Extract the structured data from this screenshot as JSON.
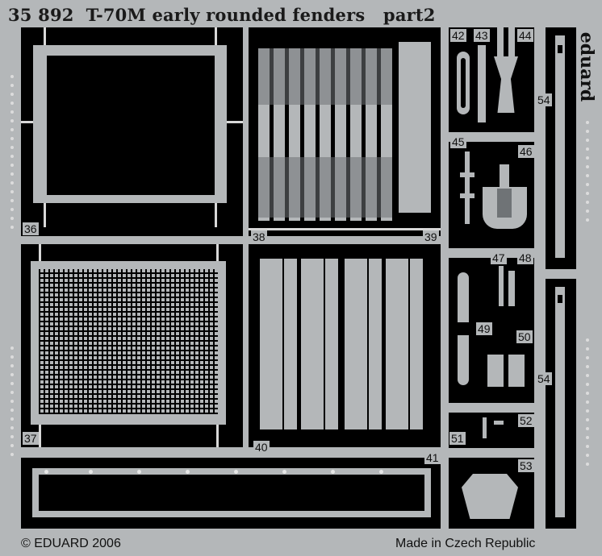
{
  "header": {
    "title": "35 892  T-70M early rounded fenders   part2"
  },
  "footer": {
    "copyright": "© EDUARD 2006",
    "made_in": "Made in Czech Republic"
  },
  "brand": {
    "name": "eduard"
  },
  "part_numbers": {
    "p36": "36",
    "p37": "37",
    "p38": "38",
    "p39": "39",
    "p40": "40",
    "p41": "41",
    "p42": "42",
    "p43": "43",
    "p44": "44",
    "p45": "45",
    "p46": "46",
    "p47": "47",
    "p48": "48",
    "p49": "49",
    "p50": "50",
    "p51": "51",
    "p52": "52",
    "p53": "53",
    "p54a": "54",
    "p54b": "54"
  },
  "colors": {
    "metal": "#b4b7b9",
    "background": "#000000",
    "dark_metal": "#6f7376"
  }
}
